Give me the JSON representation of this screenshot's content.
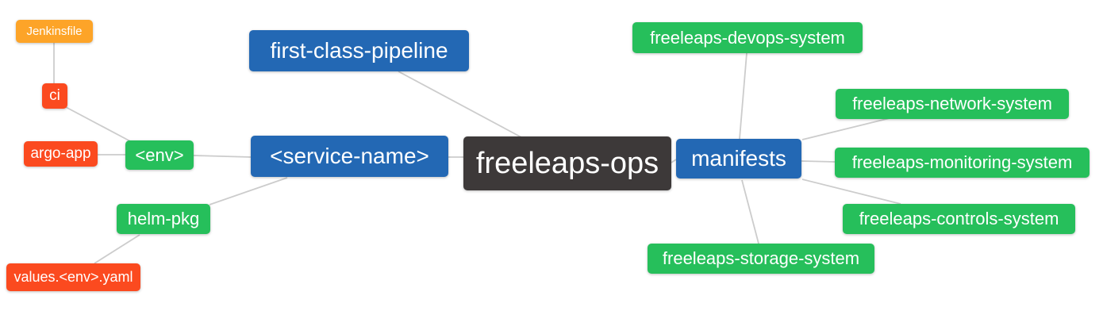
{
  "colors": {
    "root_bg": "#3D3939",
    "level2_bg": "#2368B4",
    "level3_bg": "#26BF5B",
    "level4_bg": "#FB4A1F",
    "level5_bg": "#FDA428",
    "edge": "#CCCCCC",
    "node_text": "#FFFFFF",
    "background": "#FFFFFF"
  },
  "nodes": {
    "root": {
      "label": "freeleaps-ops",
      "level": 1
    },
    "first_class_pipeline": {
      "label": "first-class-pipeline",
      "level": 2
    },
    "service_name": {
      "label": "<service-name>",
      "level": 2
    },
    "manifests": {
      "label": "manifests",
      "level": 2
    },
    "env": {
      "label": "<env>",
      "level": 3
    },
    "helm_pkg": {
      "label": "helm-pkg",
      "level": 3
    },
    "devops_system": {
      "label": "freeleaps-devops-system",
      "level": 3
    },
    "network_system": {
      "label": "freeleaps-network-system",
      "level": 3
    },
    "monitoring_system": {
      "label": "freeleaps-monitoring-system",
      "level": 3
    },
    "controls_system": {
      "label": "freeleaps-controls-system",
      "level": 3
    },
    "storage_system": {
      "label": "freeleaps-storage-system",
      "level": 3
    },
    "argo_app": {
      "label": "argo-app",
      "level": 4
    },
    "ci": {
      "label": "ci",
      "level": 4
    },
    "values_env_yaml": {
      "label": "values.<env>.yaml",
      "level": 4
    },
    "jenkinsfile": {
      "label": "Jenkinsfile",
      "level": 5
    }
  },
  "edges": [
    {
      "from": "jenkinsfile",
      "to": "ci"
    },
    {
      "from": "ci",
      "to": "env"
    },
    {
      "from": "argo_app",
      "to": "env"
    },
    {
      "from": "env",
      "to": "service_name"
    },
    {
      "from": "helm_pkg",
      "to": "service_name"
    },
    {
      "from": "values_env_yaml",
      "to": "helm_pkg"
    },
    {
      "from": "service_name",
      "to": "root"
    },
    {
      "from": "first_class_pipeline",
      "to": "root"
    },
    {
      "from": "root",
      "to": "manifests"
    },
    {
      "from": "devops_system",
      "to": "manifests"
    },
    {
      "from": "manifests",
      "to": "network_system"
    },
    {
      "from": "manifests",
      "to": "monitoring_system"
    },
    {
      "from": "manifests",
      "to": "controls_system"
    },
    {
      "from": "manifests",
      "to": "storage_system"
    }
  ]
}
